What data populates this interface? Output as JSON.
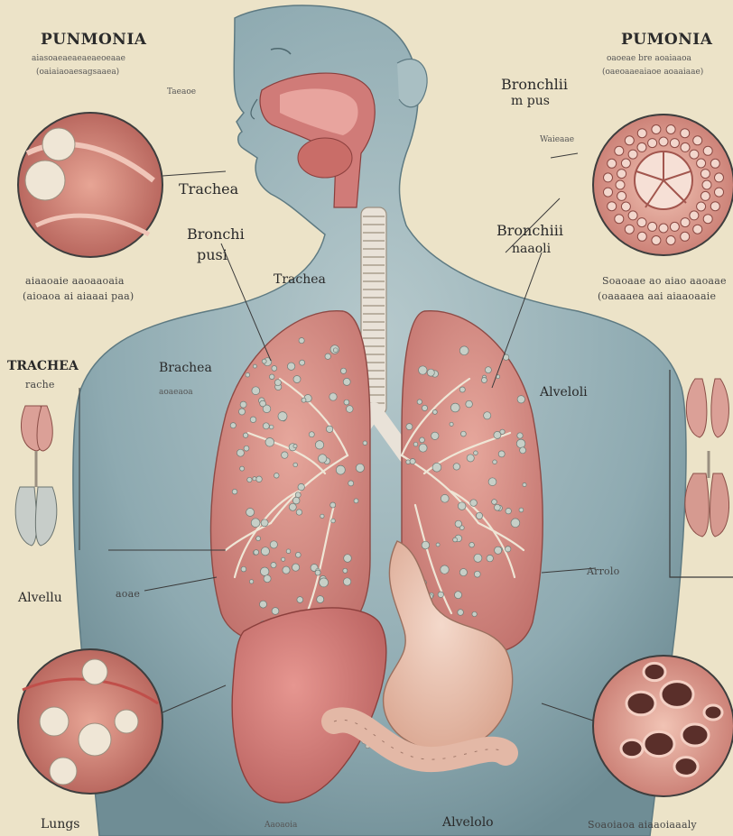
{
  "labels": {
    "title_left": "PUNMONIA",
    "title_right": "PUMONIA",
    "sub_left_1": "aiasoaeaeaeaeaeoeaae",
    "sub_left_2": "(oaiaiaoaesagsaaea)",
    "sub_right_1": "oaoeae bre aoaiaaoa",
    "sub_right_2": "(oaeoaaeaiaoe aoaaiaae)",
    "tiny_left": "Taeaoe",
    "tiny_right": "Waieaae",
    "trachea_inset": "Trachea",
    "bronchi_top_right": "Bronchlii",
    "pus_top_right": "m pus",
    "bronchi_pusi_1": "Bronchi",
    "bronchi_pusi_2": "pusi",
    "trachea_center": "Trachea",
    "bronchi_right": "Bronchiii",
    "bronchi_right_sub": "naaoli",
    "caption_left_1": "aiaaoaie aaoaaoaia",
    "caption_left_2": "(aioaoa ai aiaaai paa)",
    "caption_right_1": "Soaoaae ao aiao aaoaae",
    "caption_right_2": "(oaaaaea aai aiaaoaaie",
    "trachea_side": "TRACHEA",
    "trachea_side_sub": "rache",
    "bracha_left": "Brachea",
    "bracha_left_sub": "aoaeaoa",
    "alveoli_right": "Alveloli",
    "alveolu_left": "Alvellu",
    "bottom_small": "aoae",
    "arrow_right": "Arrolo",
    "lungs_bottom": "Lungs",
    "bottom_center_small": "Aaoaoia",
    "bottom_center": "Alvelolo",
    "bottom_right": "Soaoiaoa aiaaoiaaaly"
  },
  "colors": {
    "background": "#ece3c8",
    "skin": "#9fb7bd",
    "lung": "#d48c84",
    "liver": "#cf7c78",
    "stomach": "#e8c2b0",
    "trachea": "#e8e0d6"
  }
}
